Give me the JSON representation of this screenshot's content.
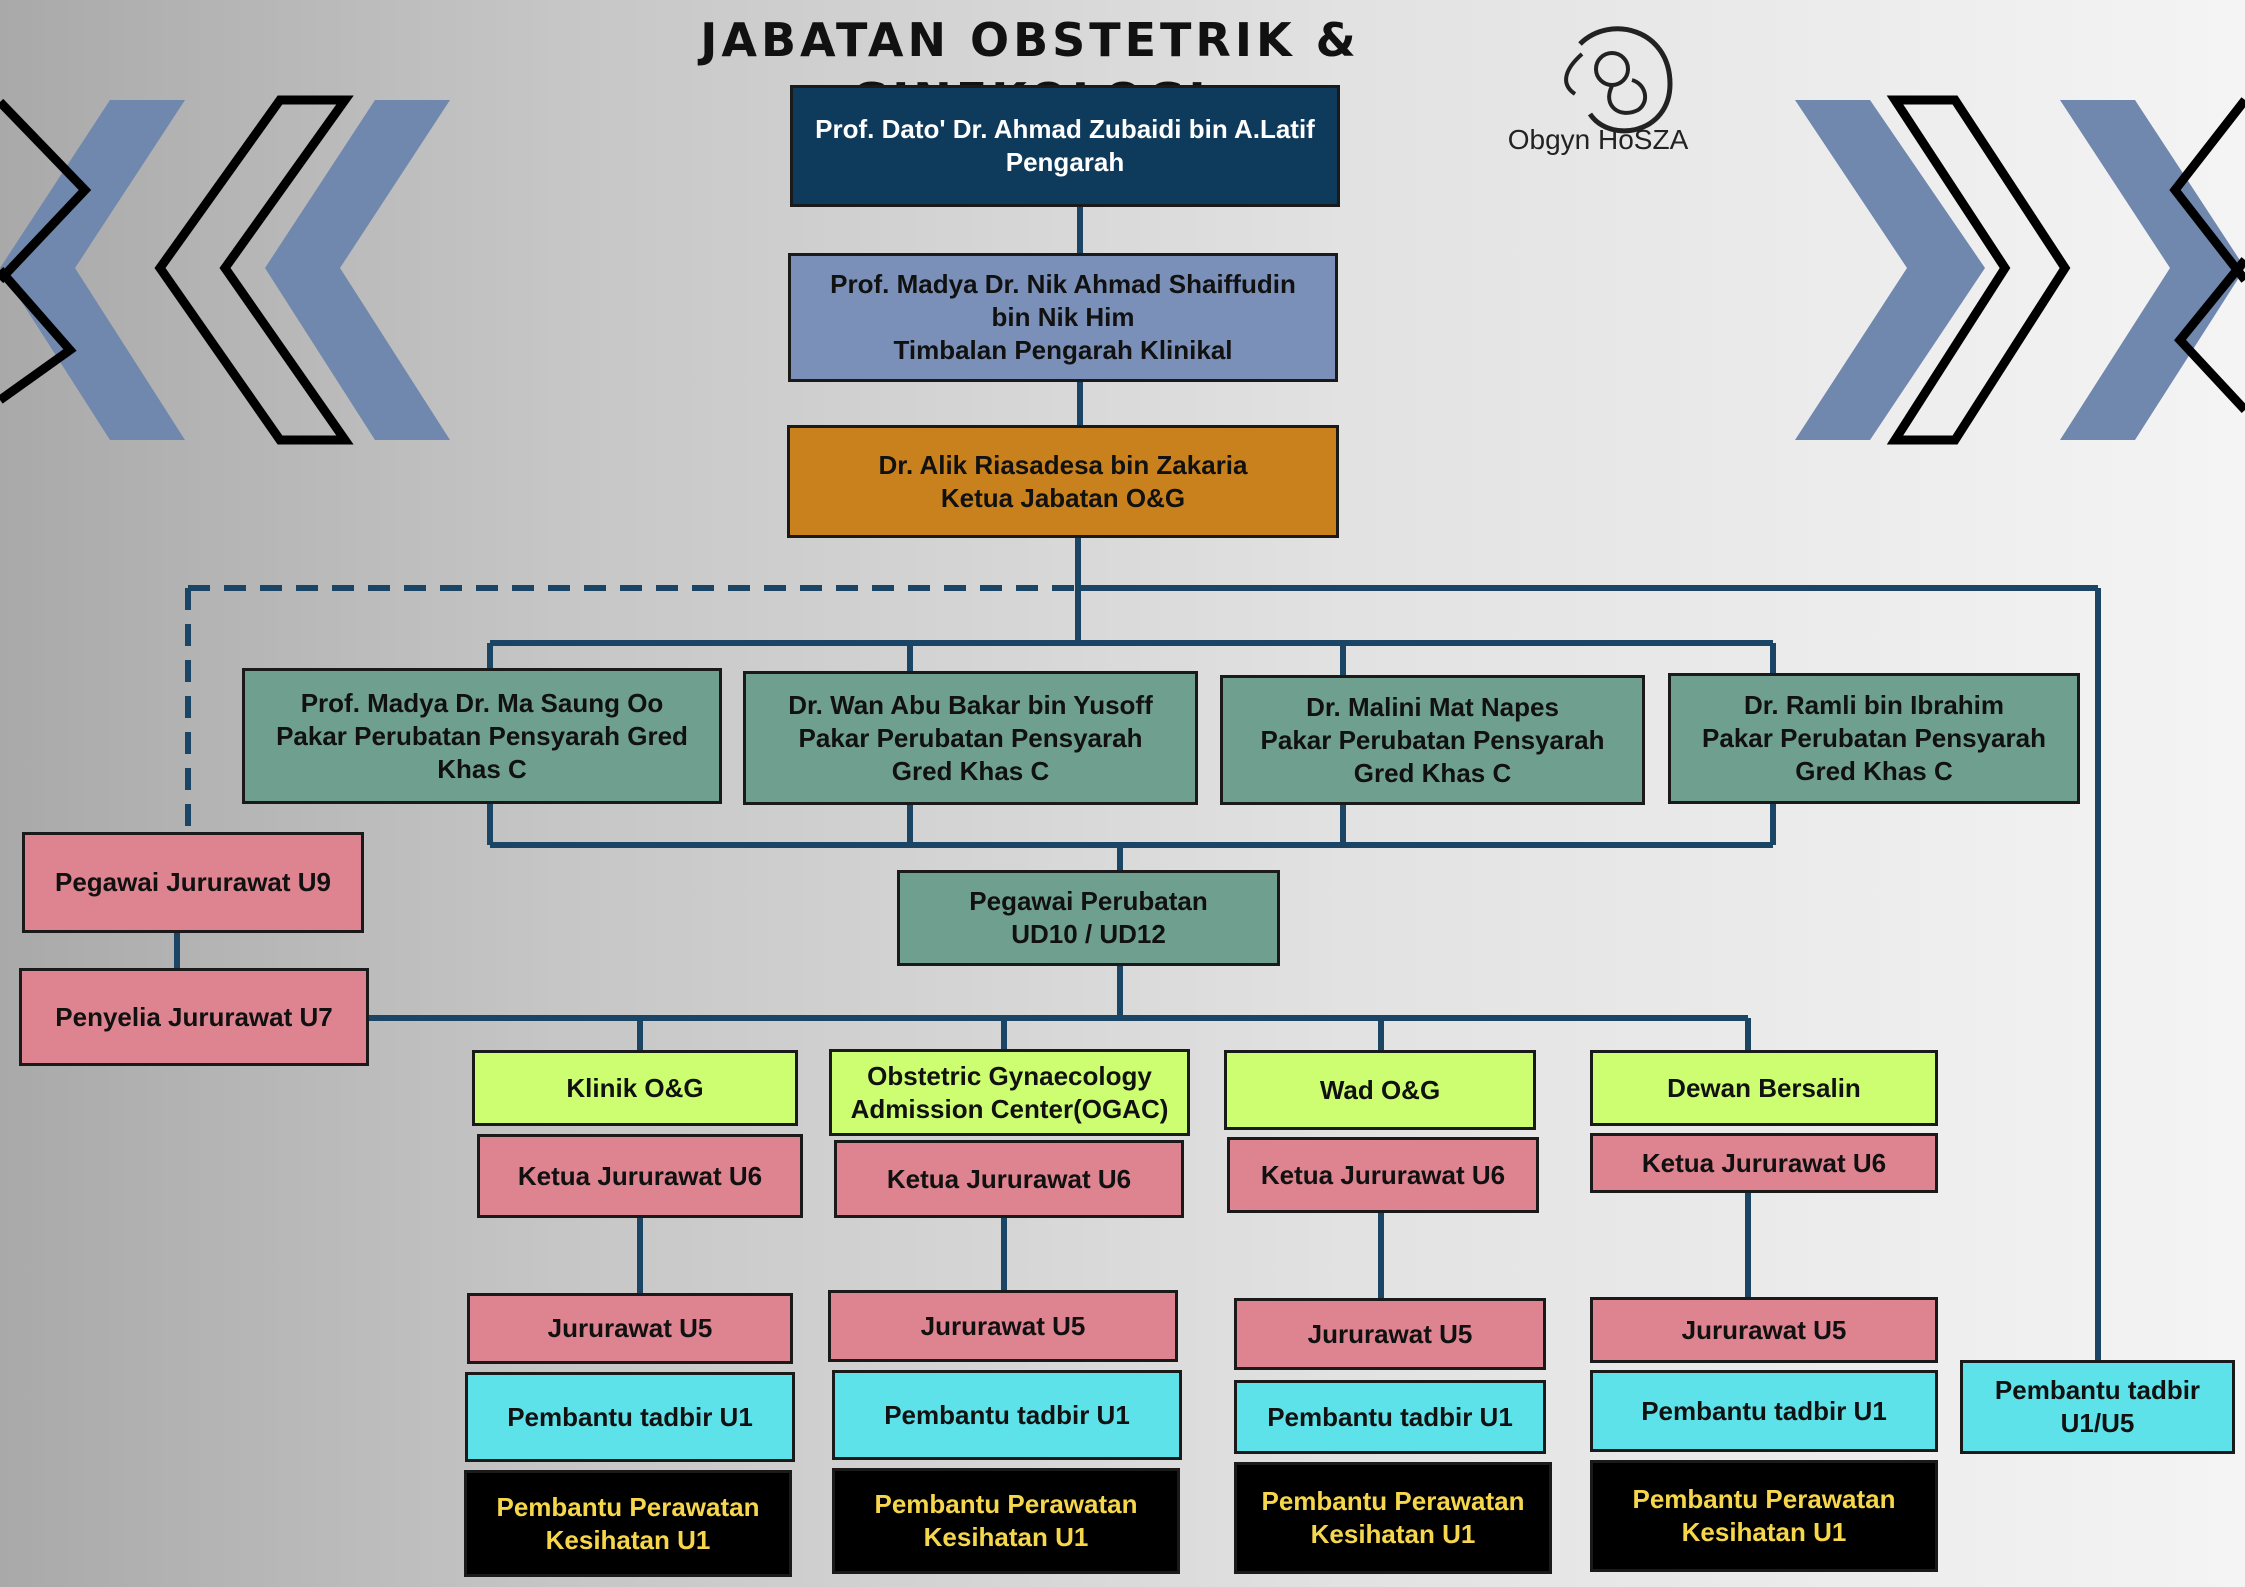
{
  "title": "JABATAN OBSTETRIK & GINEKOLOGI",
  "logo_text": "Obgyn HoSZA",
  "colors": {
    "navy": "#0e3a5c",
    "slate_blue": "#7b90b8",
    "orange": "#c8811c",
    "teal_green": "#6f9f8f",
    "pink": "#de8390",
    "lime": "#cdfe72",
    "cyan": "#5ee2ea",
    "black": "#000000",
    "yellow_text": "#f6d64a",
    "line": "#1b4565"
  },
  "director": {
    "line1": "Prof. Dato' Dr. Ahmad Zubaidi bin A.Latif",
    "line2": "Pengarah"
  },
  "deputy": {
    "line1": "Prof. Madya Dr. Nik Ahmad Shaiffudin",
    "line2": "bin Nik Him",
    "line3": "Timbalan Pengarah Klinikal"
  },
  "head": {
    "line1": "Dr. Alik Riasadesa bin Zakaria",
    "line2": "Ketua Jabatan O&G"
  },
  "specialists": [
    {
      "name": "Prof. Madya Dr. Ma Saung Oo",
      "role1": "Pakar Perubatan Pensyarah Gred",
      "role2": "Khas C"
    },
    {
      "name": "Dr. Wan Abu Bakar bin Yusoff",
      "role1": "Pakar Perubatan Pensyarah",
      "role2": "Gred Khas C"
    },
    {
      "name": "Dr. Malini Mat Napes",
      "role1": "Pakar Perubatan Pensyarah",
      "role2": "Gred Khas C"
    },
    {
      "name": "Dr. Ramli bin Ibrahim",
      "role1": "Pakar Perubatan Pensyarah",
      "role2": "Gred Khas C"
    }
  ],
  "medical_officer": {
    "line1": "Pegawai Perubatan",
    "line2": "UD10 / UD12"
  },
  "nursing_officer": "Pegawai Jururawat U9",
  "nursing_supervisor": "Penyelia Jururawat U7",
  "admin_side": {
    "line1": "Pembantu tadbir",
    "line2": "U1/U5"
  },
  "units": [
    {
      "name_lines": [
        "Klinik O&G"
      ],
      "head_nurse": "Ketua Jururawat U6",
      "nurse": "Jururawat U5",
      "admin": "Pembantu tadbir U1",
      "assistant1": "Pembantu Perawatan",
      "assistant2": "Kesihatan U1"
    },
    {
      "name_lines": [
        "Obstetric Gynaecology",
        "Admission Center(OGAC)"
      ],
      "head_nurse": "Ketua Jururawat U6",
      "nurse": "Jururawat U5",
      "admin": "Pembantu tadbir U1",
      "assistant1": "Pembantu Perawatan",
      "assistant2": "Kesihatan U1"
    },
    {
      "name_lines": [
        "Wad O&G"
      ],
      "head_nurse": "Ketua Jururawat U6",
      "nurse": "Jururawat U5",
      "admin": "Pembantu tadbir U1",
      "assistant1": "Pembantu Perawatan",
      "assistant2": "Kesihatan U1"
    },
    {
      "name_lines": [
        "Dewan Bersalin"
      ],
      "head_nurse": "Ketua Jururawat U6",
      "nurse": "Jururawat U5",
      "admin": "Pembantu tadbir U1",
      "assistant1": "Pembantu Perawatan",
      "assistant2": "Kesihatan U1"
    }
  ]
}
